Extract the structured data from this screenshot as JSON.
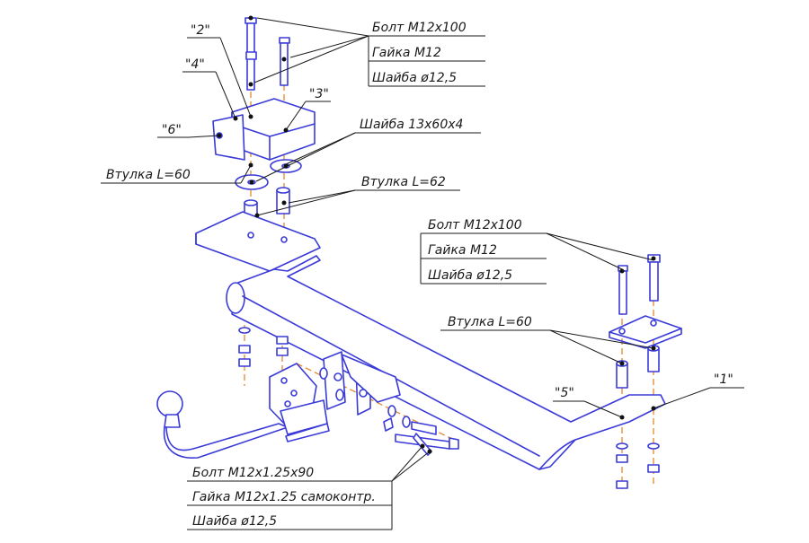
{
  "top_right_table": {
    "rows": [
      "Болт М12х100",
      "Гайка М12",
      "Шайба ø12,5"
    ]
  },
  "middle_right_table": {
    "rows": [
      "Болт М12х100",
      "Гайка М12",
      "Шайба ø12,5"
    ]
  },
  "bottom_table": {
    "rows": [
      "Болт М12х1.25х90",
      "Гайка М12х1.25 самоконтр.",
      "Шайба ø12,5"
    ]
  },
  "callouts": {
    "washer_13x60x4": "Шайба 13х60х4",
    "sleeve_62": "Втулка L=62",
    "sleeve_60_left": "Втулка L=60",
    "sleeve_60_right": "Втулка L=60"
  },
  "part_labels": {
    "p2": "\"2\"",
    "p4": "\"4\"",
    "p3": "\"3\"",
    "p6": "\"6\"",
    "p5": "\"5\"",
    "p1": "\"1\""
  },
  "colors": {
    "drawing": "#3a3ad8",
    "axis": "#e58a2a",
    "leader": "#1a1a1a"
  }
}
